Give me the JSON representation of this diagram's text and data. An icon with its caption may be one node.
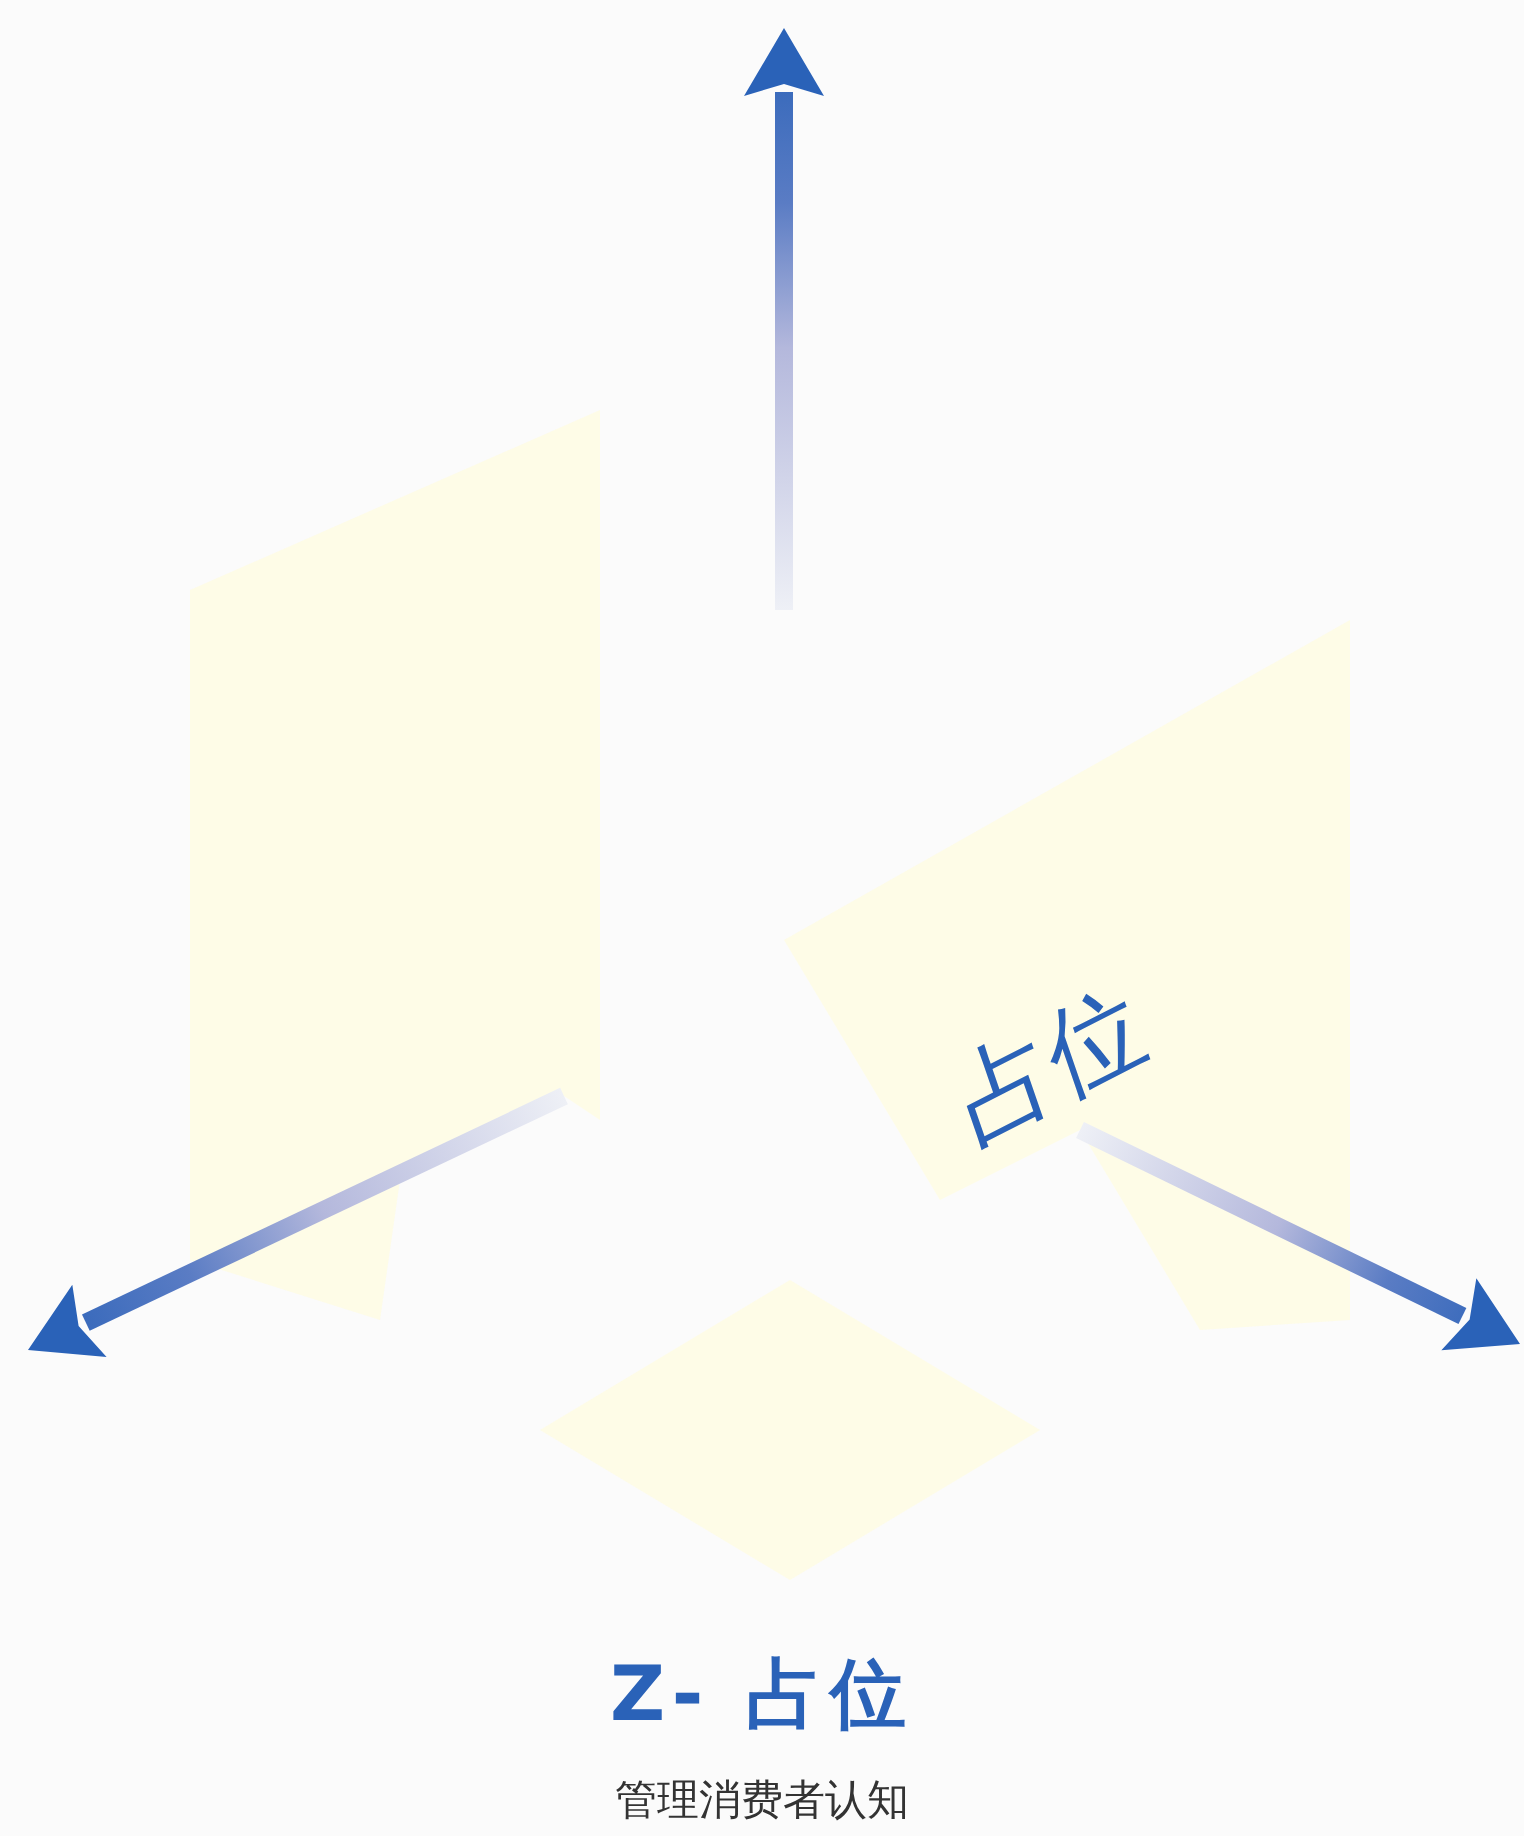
{
  "diagram": {
    "title": "Z- 占位",
    "caption": "管理消费者认知",
    "labels": [
      "占位"
    ]
  }
}
